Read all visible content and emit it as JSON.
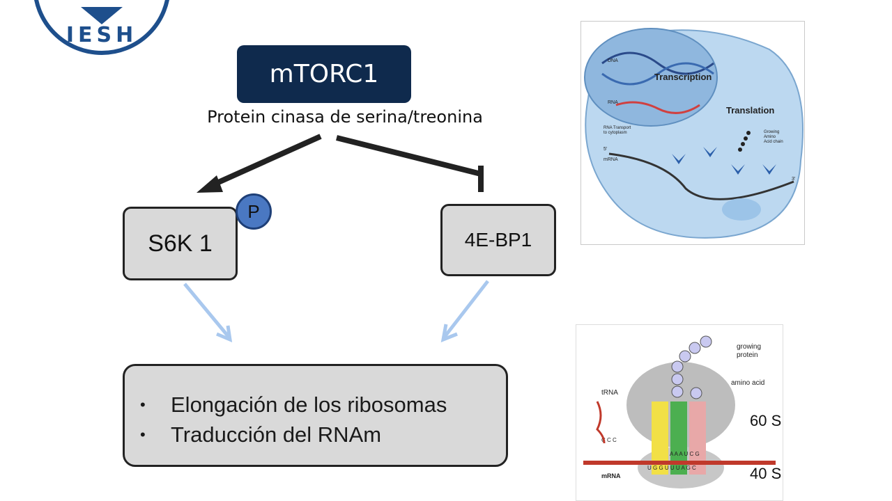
{
  "logo": {
    "text": "IESH"
  },
  "header": {
    "title": "mTORC1",
    "subtitle": "Protein cinasa de serina/treonina"
  },
  "nodes": {
    "s6k": "S6K 1",
    "phospho": "P",
    "ebp": "4E-BP1"
  },
  "result": {
    "items": [
      "Elongación de los ribosomas",
      "Traducción del RNAm"
    ],
    "bullet": "•"
  },
  "figure_top": {
    "labels": {
      "dna": "DNA",
      "rna": "RNA",
      "transcription": "Transcription",
      "translation": "Translation",
      "rna_transport_1": "RNA Transport",
      "rna_transport_2": "to cytoplasm",
      "growing_1": "Growing",
      "growing_2": "Amino",
      "growing_3": "Acid chain",
      "five_prime": "5'",
      "mrna": "mRNA",
      "three_prime": "3'"
    }
  },
  "figure_bottom": {
    "labels": {
      "growing": "growing",
      "protein": "protein",
      "amino_acid": "amino acid",
      "trna": "tRNA",
      "ccc": "C C C",
      "codon_top": "A A A U C G",
      "codon_bottom": "U G G U U U A G C",
      "mrna": "mRNA"
    },
    "subunit_60s": "60 S",
    "subunit_40s": "40 S"
  },
  "colors": {
    "header_bg": "#0f2a4d",
    "node_bg": "#d9d9d9",
    "phospho": "#4a78c2",
    "light_arrow": "#a9c8ee",
    "logo_blue": "#1e4f8c"
  }
}
